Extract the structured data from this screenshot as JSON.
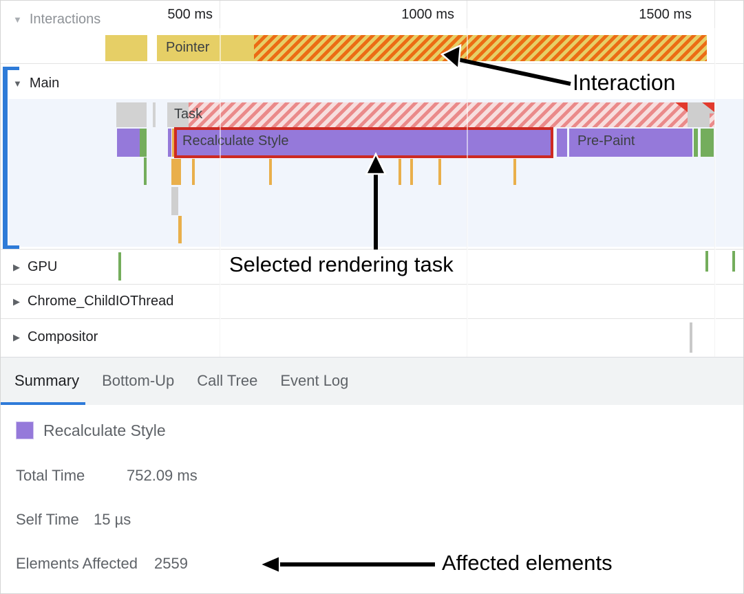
{
  "timeline": {
    "ruler_labels": [
      "500 ms",
      "1000 ms",
      "1500 ms"
    ],
    "tracks": {
      "interactions": {
        "label": "Interactions",
        "bar_label": "Pointer"
      },
      "main": {
        "label": "Main",
        "task_label": "Task",
        "selected_task_label": "Recalculate Style",
        "prepaint_label": "Pre-Paint"
      },
      "gpu": {
        "label": "GPU"
      },
      "io": {
        "label": "Chrome_ChildIOThread"
      },
      "compositor": {
        "label": "Compositor"
      }
    }
  },
  "icons": {
    "expanded": "▼",
    "collapsed": "▶"
  },
  "annotations": {
    "interaction": "Interaction",
    "selected_task": "Selected rendering task",
    "affected": "Affected elements"
  },
  "tabs": [
    {
      "label": "Summary",
      "active": true
    },
    {
      "label": "Bottom-Up",
      "active": false
    },
    {
      "label": "Call Tree",
      "active": false
    },
    {
      "label": "Event Log",
      "active": false
    }
  ],
  "summary": {
    "event_name": "Recalculate Style",
    "rows": [
      {
        "label": "Total Time",
        "value": "752.09 ms"
      },
      {
        "label": "Self Time",
        "value": "15 µs"
      },
      {
        "label": "Elements Affected",
        "value": "2559"
      }
    ]
  },
  "colors": {
    "interaction_yellow": "#e6cf66",
    "interaction_hatch_orange": "#ec6c14",
    "task_gray": "#d2d2d2",
    "candy_stripe_red": "#ea8a8a",
    "rendering_purple": "#9579da",
    "painting_green": "#74ad5c",
    "script_amber": "#e9af4b",
    "selection_border_red": "#cd2a21",
    "accent_blue": "#2e7bd8",
    "selected_track_bg": "#f1f5fc"
  }
}
